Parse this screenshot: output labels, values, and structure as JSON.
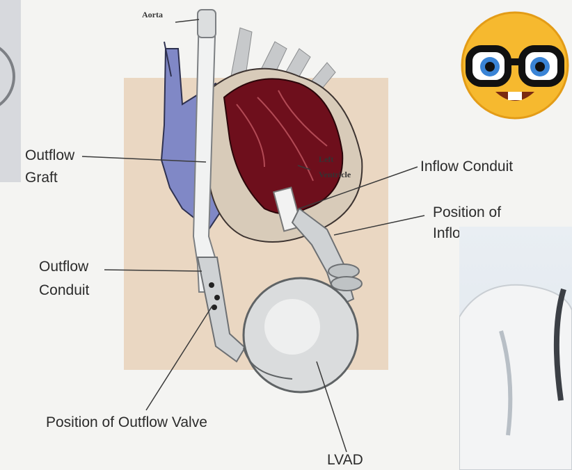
{
  "diagram": {
    "labels": {
      "aorta": "Aorta",
      "outflow_graft": [
        "Outflow",
        "Graft"
      ],
      "left_ventricle": [
        "Left",
        "Ventricle"
      ],
      "inflow_conduit": "Inflow Conduit",
      "position_of_inflow": [
        "Position of",
        "Inflo"
      ],
      "outflow_conduit": [
        "Outflow",
        "Conduit"
      ],
      "position_of_outflow_valve": "Position of Outflow Valve",
      "lvad": "LVAD"
    }
  },
  "overlays": {
    "emoji_icon": "nerd-face-emoji-icon",
    "photo": "doctor-photo"
  },
  "colors": {
    "background": "#f4f4f2",
    "backdrop": "#ead7c2",
    "heart_muscle": "#6e0f1c",
    "vessels_blue": "#7f86c8",
    "device": "#d9dcdd"
  }
}
